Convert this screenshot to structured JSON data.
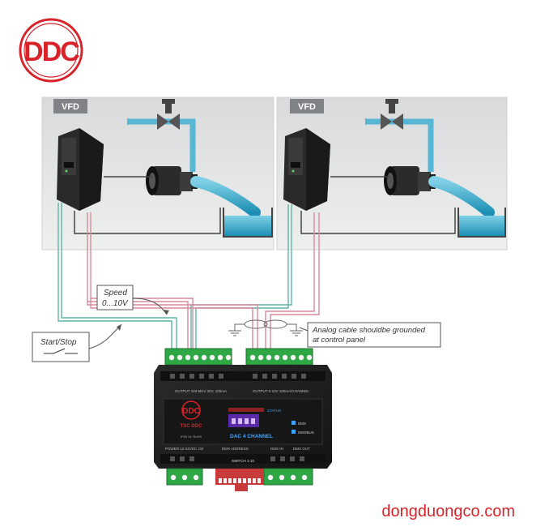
{
  "logo": {
    "text": "DDC",
    "color": "#d8232a"
  },
  "panels": [
    {
      "tag": "VFD"
    },
    {
      "tag": "VFD"
    }
  ],
  "annotations": {
    "speed_line1": "Speed",
    "speed_line2": "0...10V",
    "start_stop": "Start/Stop",
    "ground_note_line1": "Analog cable shouldbe grounded",
    "ground_note_line2": "at control panel"
  },
  "module": {
    "brand": "DDC",
    "brand_sub": "TSC DDC",
    "product": "DAC 4 CHANNEL",
    "status_label": "STATUS",
    "top_left_label": "OUTPUT 420-MKV 30V, 100mA",
    "top_right_label": "OUTPUT 0-10V 100mA/CHANNEL",
    "bottom_labels": [
      "POWER 12-24VDC 1W",
      "DMX ADDRESS",
      "DMX IN",
      "DMX OUT"
    ],
    "switch_label": "SWITCH 1-10",
    "indicators": [
      "DMX",
      "MODBUS"
    ],
    "small_print": "IP20 UL RoHS"
  },
  "watermark": {
    "text": "dongduongco.com",
    "color": "#d8232a"
  },
  "colors": {
    "pink_wire": "#d98a9a",
    "teal_wire": "#5fb4a8",
    "water": "#2fa7c8",
    "panel_bg": "#e4e5e6",
    "module_body": "#1f1f1f",
    "terminal": "#2fa745"
  }
}
